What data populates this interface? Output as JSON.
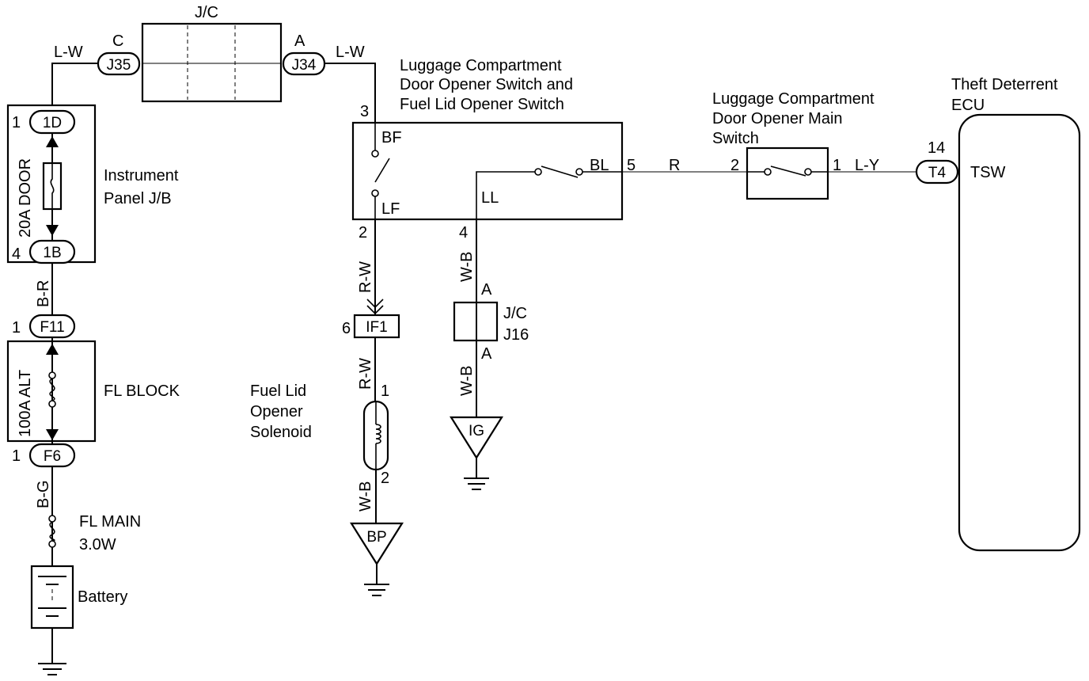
{
  "wires": {
    "lw_left": "L-W",
    "lw_right": "L-W",
    "br": "B-R",
    "bg": "B-G",
    "rw_top": "R-W",
    "rw_bottom": "R-W",
    "wb_solenoid": "W-B",
    "wb_top": "W-B",
    "wb_bottom": "W-B",
    "r": "R",
    "ly": "L-Y"
  },
  "jc_top": {
    "label": "J/C",
    "left_pin": "C",
    "left_conn": "J35",
    "right_pin": "A",
    "right_conn": "J34"
  },
  "jb": {
    "fuse": "20A DOOR",
    "name_line1": "Instrument",
    "name_line2": "Panel J/B",
    "top_pin": "1",
    "top_conn": "1D",
    "bottom_pin": "4",
    "bottom_conn": "1B"
  },
  "fl_block": {
    "fuse": "100A ALT",
    "name": "FL BLOCK",
    "top_pin": "1",
    "top_conn": "F11",
    "bottom_pin": "1",
    "bottom_conn": "F6"
  },
  "fl_main": {
    "line1": "FL MAIN",
    "line2": "3.0W"
  },
  "battery": "Battery",
  "opener_switch": {
    "line1": "Luggage Compartment",
    "line2": "Door Opener Switch and",
    "line3": "Fuel Lid Opener Switch",
    "pin_top": "3",
    "pin_bottom_left": "2",
    "pin_bottom_right": "4",
    "pin_right": "5",
    "bf": "BF",
    "lf": "LF",
    "ll": "LL",
    "bl": "BL"
  },
  "connector_if1": {
    "pin": "6",
    "name": "IF1"
  },
  "solenoid": {
    "line1": "Fuel Lid",
    "line2": "Opener",
    "line3": "Solenoid",
    "pin_top": "1",
    "pin_bottom": "2"
  },
  "jc16": {
    "line1": "J/C",
    "line2": "J16",
    "pin_top": "A",
    "pin_bottom": "A"
  },
  "grounds": {
    "bp": "BP",
    "ig": "IG"
  },
  "main_switch": {
    "line1": "Luggage Compartment",
    "line2": "Door Opener Main",
    "line3": "Switch",
    "pin_left": "2",
    "pin_right": "1"
  },
  "ecu": {
    "line1": "Theft Deterrent",
    "line2": "ECU",
    "pin": "14",
    "conn": "T4",
    "terminal": "TSW"
  }
}
